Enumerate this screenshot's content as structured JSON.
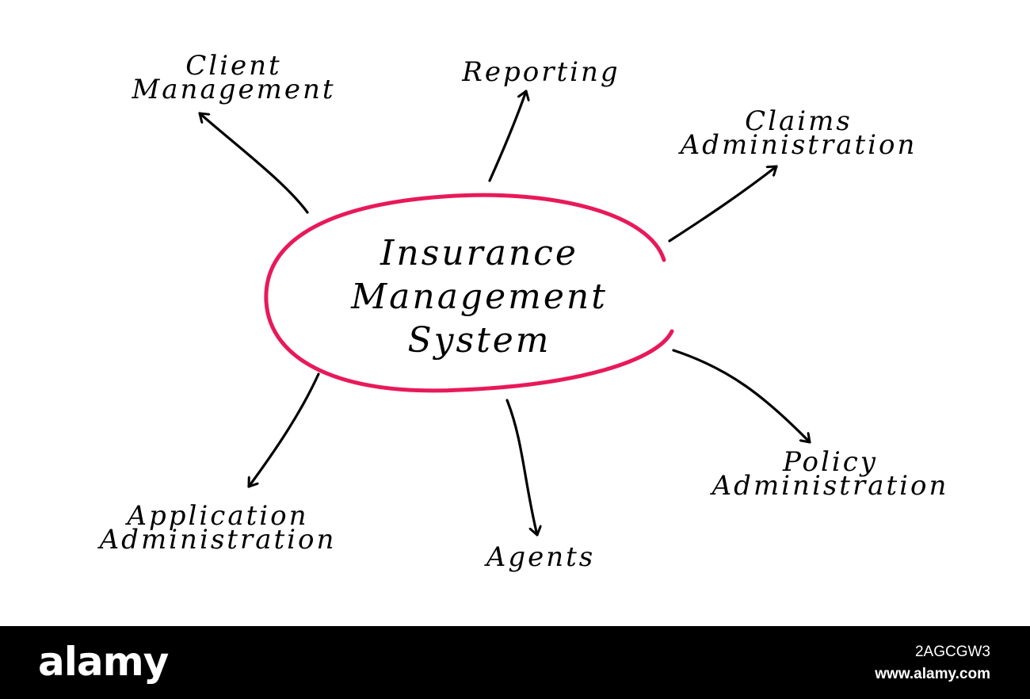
{
  "diagram": {
    "center": [
      "Insurance",
      "Management",
      "System"
    ],
    "nodes": {
      "client_management": [
        "Client",
        "Management"
      ],
      "reporting": [
        "Reporting"
      ],
      "claims_administration": [
        "Claims",
        "Administration"
      ],
      "policy_administration": [
        "Policy",
        "Administration"
      ],
      "agents": [
        "Agents"
      ],
      "application_administration": [
        "Application",
        "Administration"
      ]
    },
    "colors": {
      "ellipse": "#e8195a",
      "ink": "#000000"
    }
  },
  "watermark": {
    "logo": "alamy",
    "image_id": "2AGCGW3",
    "site": "www.alamy.com"
  }
}
